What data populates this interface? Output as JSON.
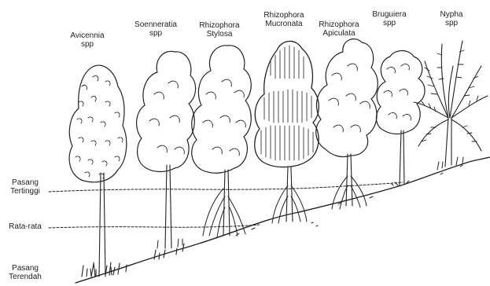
{
  "species": [
    {
      "line1": "Avicennia",
      "line2": "spp"
    },
    {
      "line1": "Soenneratia",
      "line2": "spp"
    },
    {
      "line1": "Rhizophora",
      "line2": "Stylosa"
    },
    {
      "line1": "Rhizophora",
      "line2": "Mucronata"
    },
    {
      "line1": "Rhizophora",
      "line2": "Apiculata"
    },
    {
      "line1": "Bruguiera",
      "line2": "spp"
    },
    {
      "line1": "Nypha",
      "line2": "spp"
    }
  ],
  "tide_levels": [
    {
      "line1": "Pasang",
      "line2": "Tertinggi"
    },
    {
      "line1": "Rata-rata",
      "line2": ""
    },
    {
      "line1": "Pasang",
      "line2": "Terendah"
    }
  ],
  "colors": {
    "ink": "#222222",
    "background": "#ffffff"
  }
}
